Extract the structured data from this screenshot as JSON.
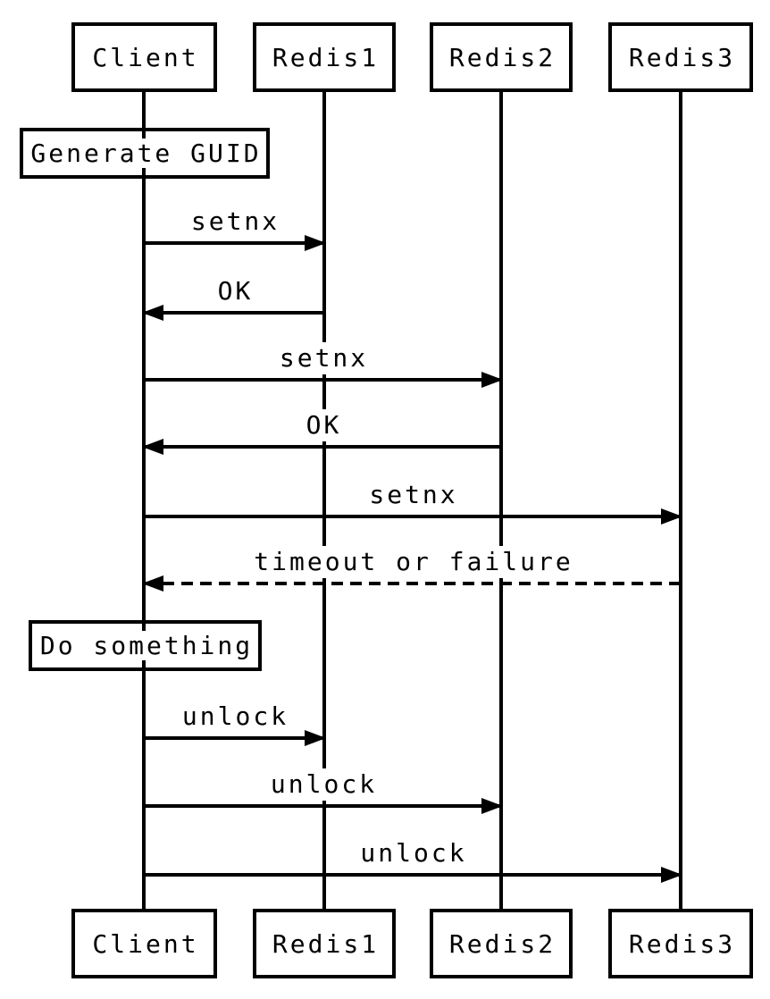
{
  "diagram_type": "sequence-diagram",
  "colors": {
    "line": "#000000",
    "background": "#ffffff"
  },
  "actors": [
    {
      "label": "Client"
    },
    {
      "label": "Redis1"
    },
    {
      "label": "Redis2"
    },
    {
      "label": "Redis3"
    }
  ],
  "notes": [
    {
      "label": "Generate GUID",
      "actor": "Client"
    },
    {
      "label": "Do something",
      "actor": "Client"
    }
  ],
  "messages": [
    {
      "label": "setnx",
      "from": "Client",
      "to": "Redis1",
      "style": "solid"
    },
    {
      "label": "OK",
      "from": "Redis1",
      "to": "Client",
      "style": "solid"
    },
    {
      "label": "setnx",
      "from": "Client",
      "to": "Redis2",
      "style": "solid"
    },
    {
      "label": "OK",
      "from": "Redis2",
      "to": "Client",
      "style": "solid"
    },
    {
      "label": "setnx",
      "from": "Client",
      "to": "Redis3",
      "style": "solid"
    },
    {
      "label": "timeout or failure",
      "from": "Redis3",
      "to": "Client",
      "style": "dashed"
    },
    {
      "label": "unlock",
      "from": "Client",
      "to": "Redis1",
      "style": "solid"
    },
    {
      "label": "unlock",
      "from": "Client",
      "to": "Redis2",
      "style": "solid"
    },
    {
      "label": "unlock",
      "from": "Client",
      "to": "Redis3",
      "style": "solid"
    }
  ]
}
